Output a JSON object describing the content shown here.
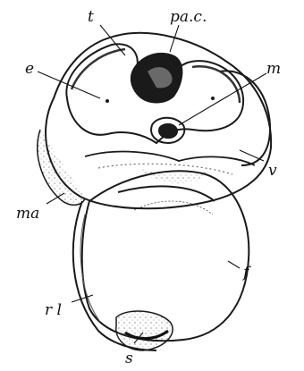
{
  "figure": {
    "labels": {
      "t": "t",
      "pac": "pa.c.",
      "e": "e",
      "m": "m",
      "v": "v",
      "ma": "ma",
      "f": "f",
      "rl": "r l",
      "s": "s"
    }
  }
}
